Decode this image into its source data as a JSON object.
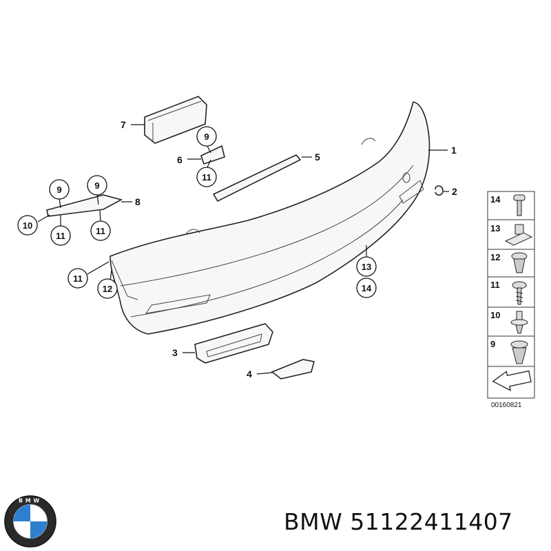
{
  "callouts": {
    "c1": "1",
    "c2": "2",
    "c3": "3",
    "c4": "4",
    "c5": "5",
    "c6": "6",
    "c7": "7",
    "c8": "8"
  },
  "circles": {
    "c9a": "9",
    "c9b": "9",
    "c9c": "9",
    "c10": "10",
    "c11a": "11",
    "c11b": "11",
    "c11c": "11",
    "c11d": "11",
    "c12": "12",
    "c13": "13",
    "c14": "14"
  },
  "legend": {
    "items": [
      "14",
      "13",
      "12",
      "11",
      "10",
      "9"
    ],
    "code": "00160821"
  },
  "footer": {
    "brand": "BMW",
    "part_number": "51122411407",
    "text": "BMW 51122411407"
  },
  "logo": {
    "letters": "BMW",
    "colors": {
      "blue": "#2f7fd0",
      "white": "#ffffff",
      "black": "#111111"
    }
  }
}
